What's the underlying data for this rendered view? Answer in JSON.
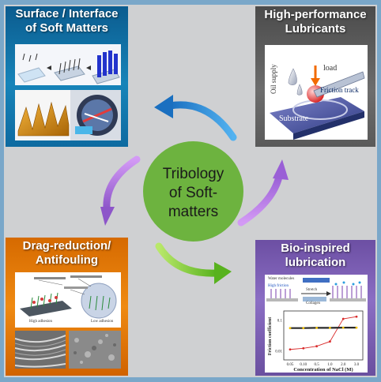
{
  "center": {
    "line1": "Tribology",
    "line2": "of Soft-",
    "line3": "matters"
  },
  "panels": {
    "top_left": {
      "title_line1": "Surface / Interface",
      "title_line2": "of Soft Matters"
    },
    "top_right": {
      "title_line1": "High-performance",
      "title_line2": "Lubricants",
      "labels": {
        "load": "load",
        "oil_supply": "Oil supply",
        "friction_track": "Friction track",
        "substrate": "Substrate"
      }
    },
    "bottom_left": {
      "title_line1": "Drag-reduction/",
      "title_line2": "Antifouling",
      "labels": {
        "high_adhesion": "High adhesion",
        "low_adhesion": "Low adhesion"
      }
    },
    "bottom_right": {
      "title_line1": "Bio-inspired",
      "title_line2": "lubrication",
      "labels": {
        "water_molecules": "Water molecules",
        "high_friction": "High friction",
        "stretch": "Stretch",
        "collagen": "Collagen"
      }
    }
  },
  "chart_data": {
    "type": "line",
    "xlabel": "Concentration of NaCl (M)",
    "ylabel": "Friction coefficient",
    "x_ticks": [
      "0.05",
      "0.10",
      "0.5",
      "1.0",
      "2.0",
      "3.0"
    ],
    "y_ticks": [
      "0.01",
      "0.1"
    ],
    "series": [
      {
        "values": [
          0.011,
          0.012,
          0.014,
          0.02,
          0.11,
          0.13
        ]
      },
      {
        "values": [
          0.055,
          0.055,
          0.056,
          0.056,
          0.057,
          0.057
        ]
      }
    ]
  },
  "colors": {
    "border": "#7aa7c9",
    "background": "#cfd0d2",
    "circle": "#6db33f",
    "top_left": "#1784b9",
    "top_right": "#6d6d6d",
    "bottom_left": "#ef8a12",
    "bottom_right": "#8b6ec4",
    "arrow_blue": "#2f8fd6",
    "arrow_violet": "#b67ae0",
    "arrow_green": "#7ccb2a"
  }
}
